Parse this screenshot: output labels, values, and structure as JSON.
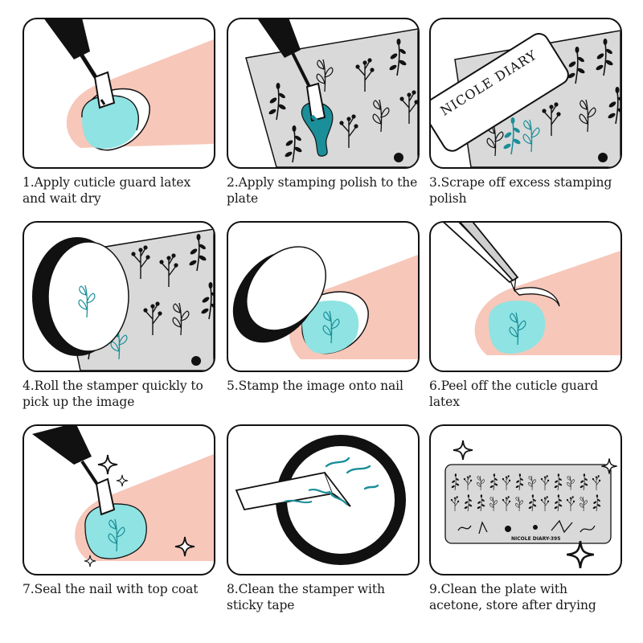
{
  "colors": {
    "skin": "#f7c7ba",
    "nail": "#8fe3e2",
    "polish": "#1a8f99",
    "plate": "#d9d9d9",
    "ink": "#111111"
  },
  "steps": [
    {
      "caption": "1.Apply cuticle guard latex and wait dry"
    },
    {
      "caption": "2.Apply stamping polish to the plate"
    },
    {
      "caption": "3.Scrape off excess stamping polish",
      "scraper_brand": "NICOLE DIARY"
    },
    {
      "caption": "4.Roll the stamper quickly to pick up the image"
    },
    {
      "caption": "5.Stamp the image onto nail"
    },
    {
      "caption": "6.Peel off the cuticle guard latex"
    },
    {
      "caption": "7.Seal the nail with top coat"
    },
    {
      "caption": "8.Clean the stamper with sticky tape"
    },
    {
      "caption": "9.Clean the plate with acetone, store after drying",
      "plate_label": "NICOLE DIARY-395"
    }
  ]
}
